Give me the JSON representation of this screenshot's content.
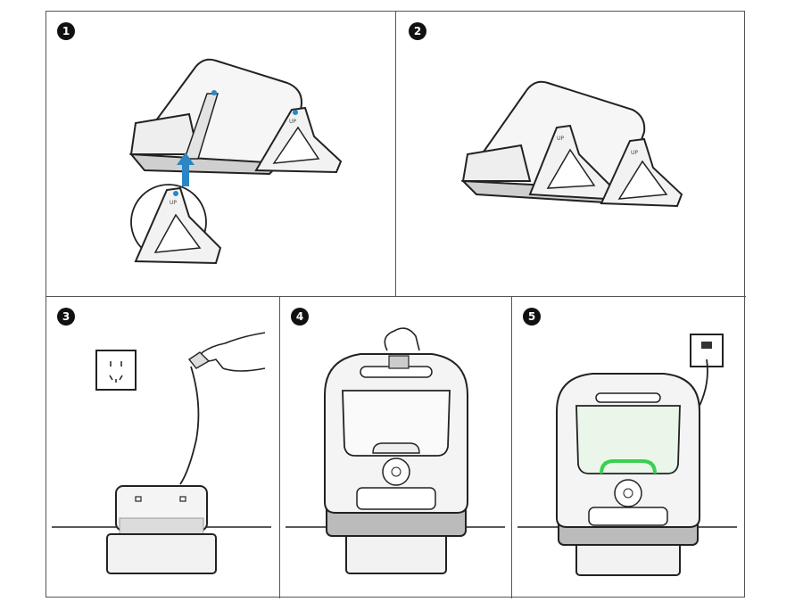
{
  "steps": [
    {
      "number": "1"
    },
    {
      "number": "2"
    },
    {
      "number": "3"
    },
    {
      "number": "4"
    },
    {
      "number": "5"
    }
  ],
  "labels": {
    "up_text": "UP"
  },
  "colors": {
    "accent_blue": "#2a86c4",
    "indicator_green": "#3ccf4e",
    "line": "#222222",
    "fill_light": "#f2f2f2",
    "fill_mid": "#d9d9d9"
  },
  "icons": [
    "wall-socket-icon",
    "hand-icon",
    "power-plug-icon",
    "up-arrow-icon",
    "fan-logo-icon"
  ]
}
